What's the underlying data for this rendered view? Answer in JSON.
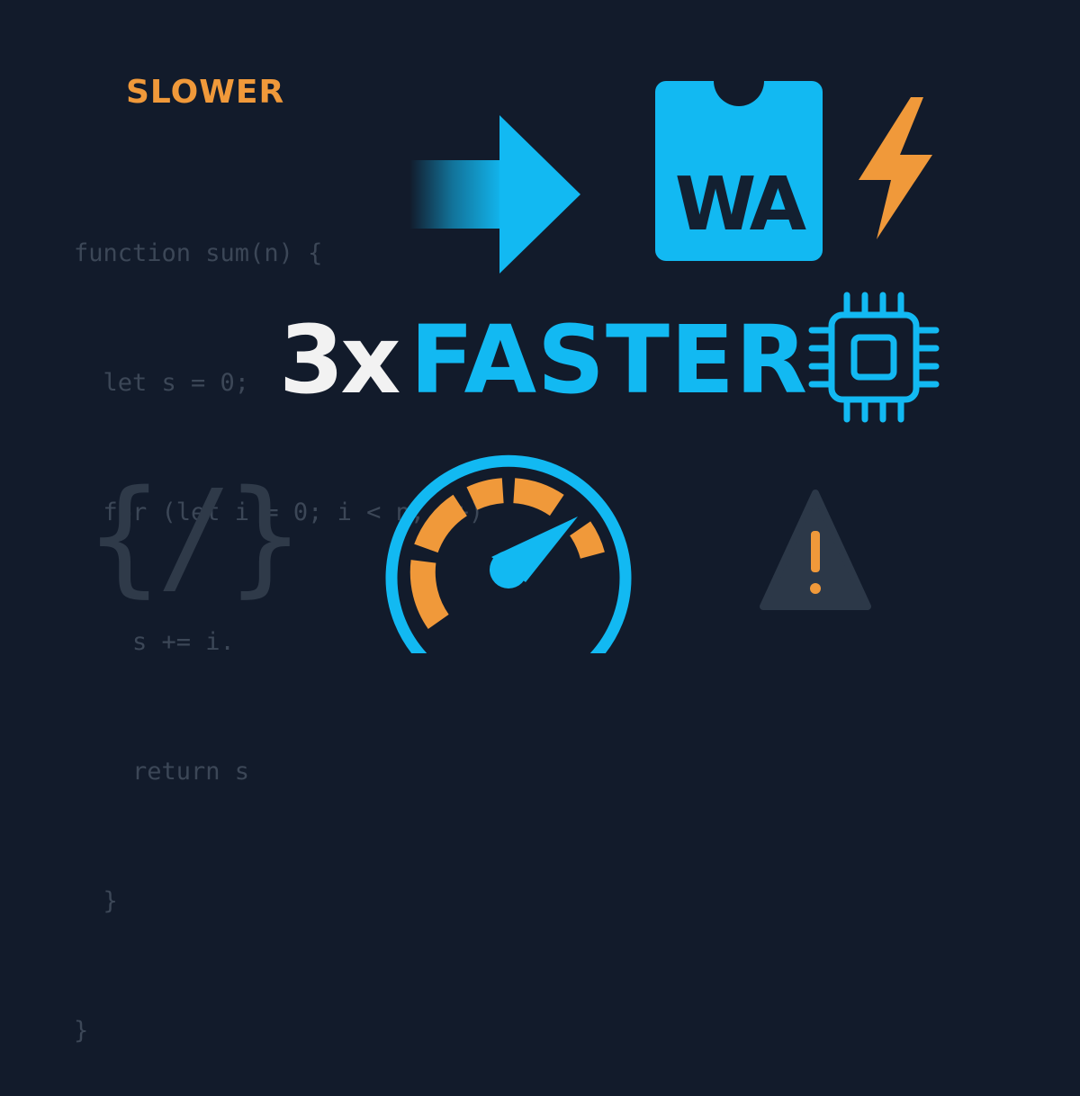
{
  "slower_label": "SLOWER",
  "code_lines": [
    "function sum(n) {",
    "  let s = 0;",
    "  for (let i = 0; i < n; i+)",
    "    s += i.",
    "    return s",
    "  }",
    "}"
  ],
  "code_symbol": "{/}",
  "headline": {
    "multiplier": "3x",
    "word": "FASTER"
  },
  "wasm_logo_text": "WA",
  "icons": {
    "arrow": "arrow-right-icon",
    "wasm": "webassembly-logo-icon",
    "bolt": "lightning-bolt-icon",
    "chip": "cpu-chip-icon",
    "gauge": "speedometer-icon",
    "warning": "warning-triangle-icon",
    "code": "code-brackets-icon"
  },
  "colors": {
    "background": "#121b2b",
    "accent_blue": "#12b9f2",
    "accent_orange": "#f0993a",
    "text_white": "#f2f2f2",
    "muted": "#3c4757"
  }
}
